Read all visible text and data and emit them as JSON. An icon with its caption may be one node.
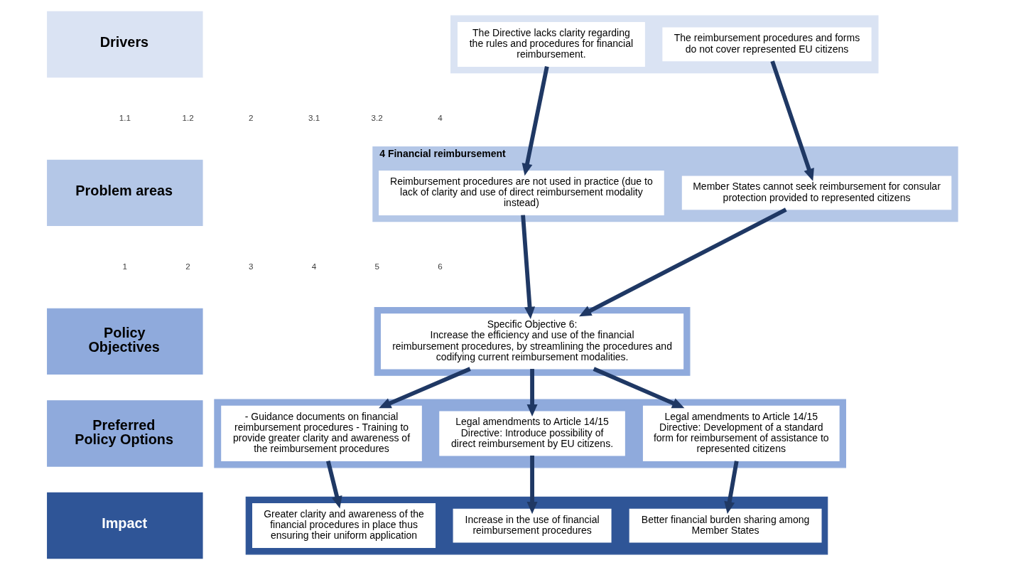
{
  "diagram": {
    "nodes": [
      {
        "text": [
          "Drivers"
        ]
      },
      {
        "text": [],
        "shape": "band"
      },
      {
        "text": [
          "The Directive lacks clarity regarding the rules and procedures for financial reimbursement."
        ],
        "in": 1
      },
      {
        "text": [
          "The reimbursement procedures and forms do not cover represented EU citizens"
        ],
        "in": 1
      },
      {
        "text": [
          "Problem areas"
        ]
      },
      {
        "text": [
          "4 Financial reimbursement"
        ]
      },
      {
        "text": [
          "Reimbursement procedures are not used in practice (due to lack of clarity and use of direct reimbursement modality instead)"
        ],
        "in": 5
      },
      {
        "text": [
          "Member States cannot seek reimbursement for consular protection provided to represented citizens"
        ],
        "in": 5
      },
      {
        "text": [
          "Policy Objectives"
        ]
      },
      {
        "text": [],
        "shape": "band"
      },
      {
        "text": [
          "Specific Objective 6:",
          "Increase the efficiency and use of the financial reimbursement procedures, by streamlining the procedures and codifying current reimbursement modalities."
        ],
        "in": 9
      },
      {
        "text": [
          "Preferred Policy Options"
        ]
      },
      {
        "text": [],
        "shape": "band"
      },
      {
        "text": [
          "- Guidance documents on financial reimbursement procedures - Training to provide greater clarity and awareness of the reimbursement procedures"
        ],
        "in": 12
      },
      {
        "text": [
          "Legal amendments to Article 14/15 Directive: Introduce possibility of direct reimbursement by EU citizens."
        ],
        "in": 12
      },
      {
        "text": [
          "Legal amendments to Article 14/15 Directive: Development of a standard form for reimbursement of assistance to represented citizens"
        ],
        "in": 12
      },
      {
        "text": [
          "Impact"
        ]
      },
      {
        "text": [],
        "shape": "band"
      },
      {
        "text": [
          "Greater clarity and awareness of the financial procedures in place thus ensuring their uniform application"
        ],
        "in": 17
      },
      {
        "text": [
          "Increase in the use of financial reimbursement procedures"
        ],
        "in": 17
      },
      {
        "text": [
          "Better financial burden sharing among Member States"
        ],
        "in": 17
      }
    ],
    "edges": [
      {
        "from": 2,
        "to": 6,
        "arrow": "to"
      },
      {
        "from": 3,
        "to": 7,
        "arrow": "to"
      },
      {
        "from": 6,
        "to": 10,
        "arrow": "to"
      },
      {
        "from": 7,
        "to": 10,
        "arrow": "to"
      },
      {
        "from": 10,
        "to": 13,
        "arrow": "to"
      },
      {
        "from": 10,
        "to": 14,
        "arrow": "to"
      },
      {
        "from": 10,
        "to": 15,
        "arrow": "to"
      },
      {
        "from": 13,
        "to": 18,
        "arrow": "to"
      },
      {
        "from": 14,
        "to": 19,
        "arrow": "to"
      },
      {
        "from": 15,
        "to": 20,
        "arrow": "to"
      }
    ],
    "labels": [
      "1.1",
      "1.2",
      "2",
      "3.1",
      "3.2",
      "4",
      "1",
      "2",
      "3",
      "4",
      "5",
      "6"
    ]
  }
}
